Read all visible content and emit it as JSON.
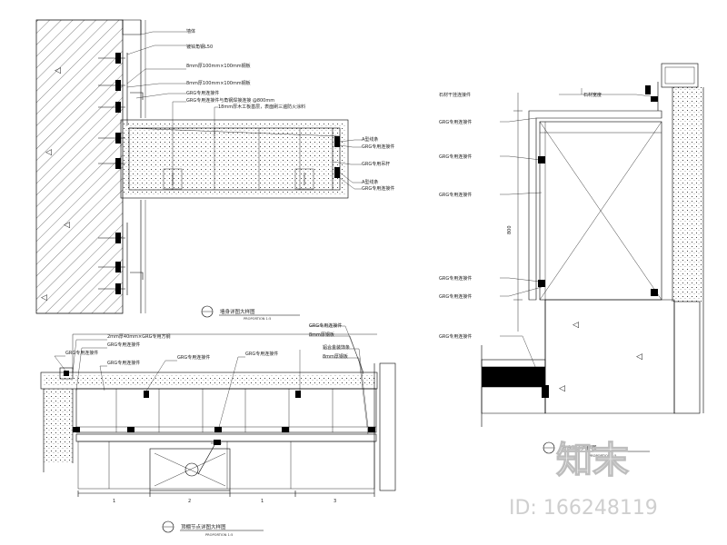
{
  "detail_a": {
    "labels": [
      "墙体",
      "镀锌角钢L50",
      "8mm厚100mm×100mm钢板",
      "8mm厚100mm×100mm钢板",
      "GRG专用连接件",
      "GRG专用连接件与角钢焊接连接 @800mm",
      "18mm厚木工板基层，表面刷三遍防火涂料",
      "A型线条",
      "GRG专用连接件",
      "GRG专用吊杆",
      "A型线条",
      "GRG专用连接件"
    ],
    "title": "墙身详图大样图",
    "scale": "PROPORTION 1:5"
  },
  "detail_b": {
    "labels": [
      "2mm厚40mm×GRG专用方钢",
      "GRG专用连接件",
      "GRG专用连接件",
      "GRG专用连接件",
      "GRG专用连接件",
      "GRG专用连接件",
      "GRG专用连接件",
      "8mm厚钢板",
      "铝合金装饰条",
      "8mm厚钢板"
    ],
    "title": "顶棚节点详图大样图",
    "scale": "PROPORTION 1:5",
    "dims": [
      "1",
      "2",
      "1",
      "3"
    ]
  },
  "detail_c": {
    "labels": [
      "石材干挂连接件",
      "GRG专用连接件",
      "GRG专用连接件",
      "GRG专用连接件",
      "GRG专用连接件",
      "GRG专用连接件",
      "GRG专用连接件"
    ],
    "dim_top": "石材宽度",
    "dim_side": "800",
    "title": "墙身节点大样图",
    "scale": "PROPORTION 1:5"
  },
  "watermark": {
    "brand": "知末",
    "id": "ID: 166248119"
  }
}
